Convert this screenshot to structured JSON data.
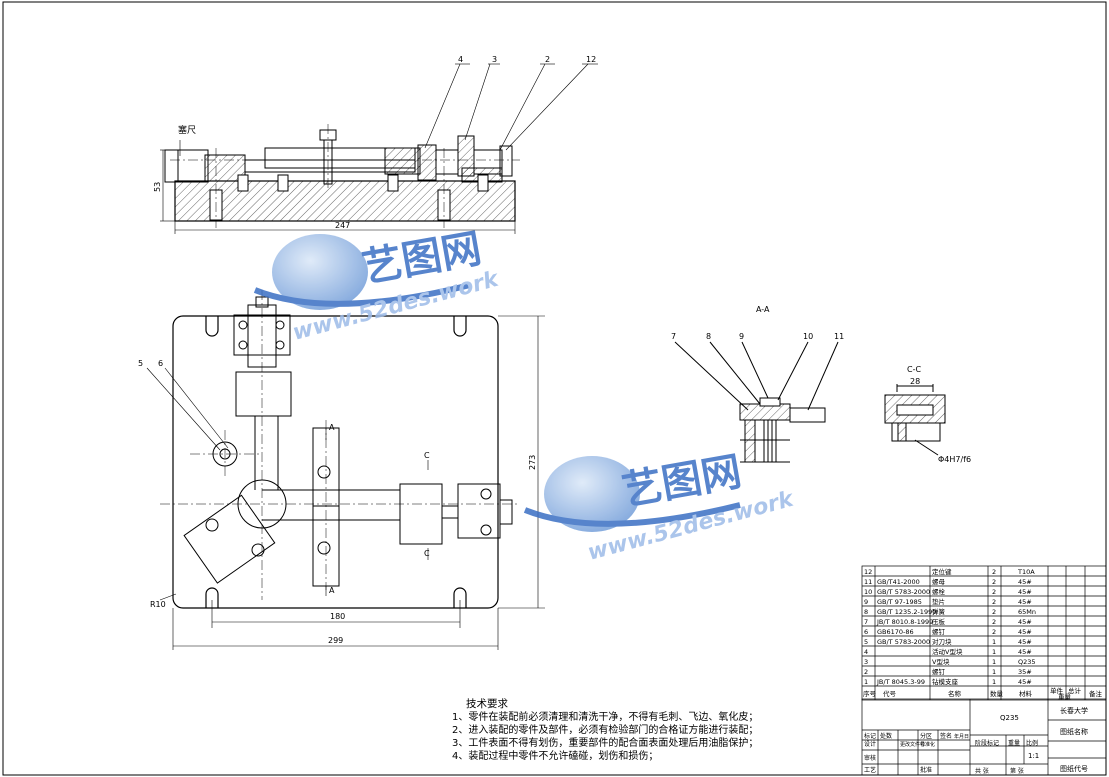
{
  "drawing": {
    "frame_border": "#000000",
    "line_color": "#000000",
    "centerline_color": "#000000",
    "hatch_color": "#000000"
  },
  "top_view_labels": {
    "callouts": [
      "4",
      "3",
      "2",
      "12"
    ],
    "feeler_label": "塞尺",
    "dim_overall_length": "247",
    "dim_height": "53"
  },
  "plan_view_labels": {
    "callouts": [
      "5",
      "6"
    ],
    "section_a": "A",
    "section_c": "C",
    "dim_height": "273",
    "dim_hole_spacing": "180",
    "dim_width": "299",
    "radius_label": "R10"
  },
  "section_aa": {
    "title": "A-A",
    "callouts": [
      "7",
      "8",
      "9",
      "10",
      "11"
    ]
  },
  "section_cc": {
    "title": "C-C",
    "dim_width": "28",
    "fit_label": "Φ4H7/f6"
  },
  "watermark": {
    "brand": "艺图网",
    "url": "www.52des.work",
    "color_main": "#3a6fc4",
    "color_light": "#a8c4ea"
  },
  "tech_requirements": {
    "title": "技术要求",
    "items": [
      "1、零件在装配前必须清理和清洗干净，不得有毛刺、飞边、氧化皮；",
      "2、进入装配的零件及部件，必须有检验部门的合格证方能进行装配；",
      "3、工件表面不得有划伤，重要部件的配合面表面处理后用油脂保护；",
      "4、装配过程中零件不允许磕碰，划伤和损伤；"
    ]
  },
  "parts_list": {
    "rows": [
      {
        "no": "12",
        "code": "",
        "name": "定位键",
        "qty": "2",
        "material": "T10A"
      },
      {
        "no": "11",
        "code": "GB/T41-2000",
        "name": "螺母",
        "qty": "2",
        "material": "45#"
      },
      {
        "no": "10",
        "code": "GB/T 5783-2000",
        "name": "螺栓",
        "qty": "2",
        "material": "45#"
      },
      {
        "no": "9",
        "code": "GB/T 97-1985",
        "name": "垫片",
        "qty": "2",
        "material": "45#"
      },
      {
        "no": "8",
        "code": "GB/T 1235.2-1999",
        "name": "弹簧",
        "qty": "2",
        "material": "65Mn"
      },
      {
        "no": "7",
        "code": "JB/T 8010.8-1999",
        "name": "压板",
        "qty": "2",
        "material": "45#"
      },
      {
        "no": "6",
        "code": "GB6170-86",
        "name": "螺钉",
        "qty": "2",
        "material": "45#"
      },
      {
        "no": "5",
        "code": "GB/T 5783-2000",
        "name": "对刀块",
        "qty": "1",
        "material": "45#"
      },
      {
        "no": "4",
        "code": "",
        "name": "活动V型块",
        "qty": "1",
        "material": "45#"
      },
      {
        "no": "3",
        "code": "",
        "name": "V型块",
        "qty": "1",
        "material": "Q235"
      },
      {
        "no": "2",
        "code": "",
        "name": "螺钉",
        "qty": "1",
        "material": "35#"
      },
      {
        "no": "1",
        "code": "JB/T 8045.3-99",
        "name": "钻模支座",
        "qty": "1",
        "material": "45#"
      }
    ],
    "header": {
      "no": "序号",
      "code": "代号",
      "name": "名称",
      "qty": "数量",
      "material": "材料",
      "single": "单件",
      "total": "总计",
      "weight": "重量",
      "remark": "备注"
    }
  },
  "title_block": {
    "material": "Q235",
    "school": "长春大学",
    "drawing_name": "图纸名称",
    "drawing_code": "图纸代号",
    "scale": "1:1",
    "labels": {
      "mark": "标记",
      "count": "处数",
      "zone": "分区",
      "change_doc": "更改文件号",
      "signature": "签名",
      "date": "年月日",
      "design": "设计",
      "standard": "标准化",
      "stage_mark": "阶段标记",
      "weight": "重量",
      "scale": "比例",
      "review": "审核",
      "process": "工艺",
      "approve": "批准",
      "sheets_total": "共 张",
      "sheet_no": "第 张"
    }
  }
}
